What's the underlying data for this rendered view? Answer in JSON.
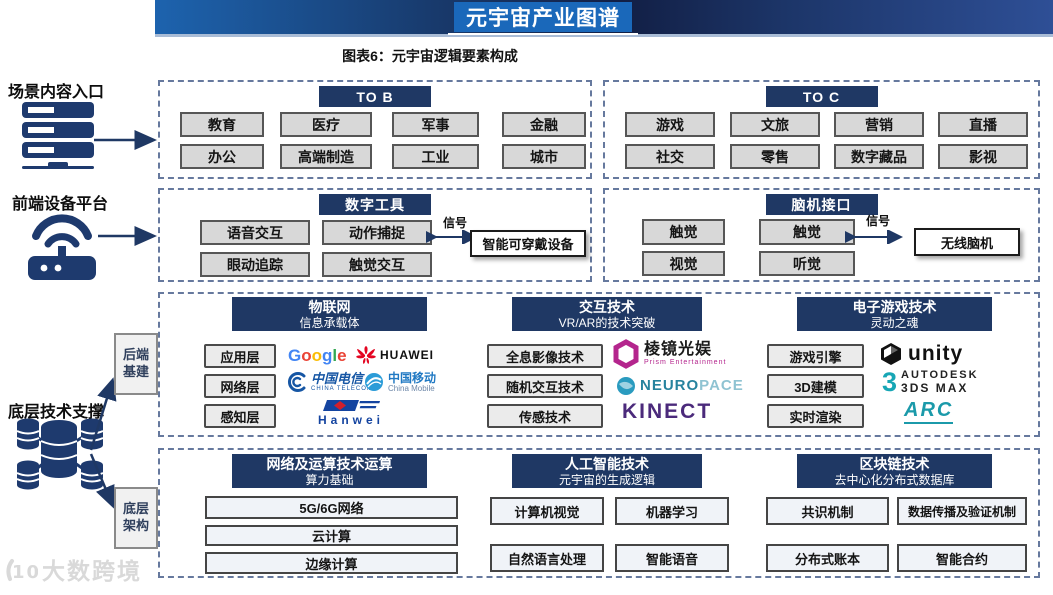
{
  "banner": {
    "title": "元宇宙产业图谱"
  },
  "subtitle": "图表6：元宇宙逻辑要素构成",
  "left": {
    "scene_label": "场景内容入口",
    "device_label": "前端设备平台",
    "support_label": "底层技术支撑",
    "backend_line1": "后端",
    "backend_line2": "基建",
    "underlying_line1": "底层",
    "underlying_line2": "架构"
  },
  "sections": {
    "to_b": {
      "header": "TO B",
      "items": [
        "教育",
        "医疗",
        "军事",
        "金融",
        "办公",
        "高端制造",
        "工业",
        "城市"
      ]
    },
    "to_c": {
      "header": "TO C",
      "items": [
        "游戏",
        "文旅",
        "营销",
        "直播",
        "社交",
        "零售",
        "数字藏品",
        "影视"
      ]
    },
    "digital_tools": {
      "header": "数字工具",
      "items": [
        "语音交互",
        "动作捕捉",
        "眼动追踪",
        "触觉交互"
      ],
      "signal": "信号",
      "target": "智能可穿戴设备"
    },
    "bci": {
      "header": "脑机接口",
      "items": [
        "触觉",
        "触觉",
        "视觉",
        "听觉"
      ],
      "signal": "信号",
      "target": "无线脑机"
    },
    "iot": {
      "title": "物联网",
      "subtitle": "信息承载体",
      "items": [
        "应用层",
        "网络层",
        "感知层"
      ]
    },
    "interaction": {
      "title": "交互技术",
      "subtitle": "VR/AR的技术突破",
      "items": [
        "全息影像技术",
        "随机交互技术",
        "传感技术"
      ]
    },
    "game_tech": {
      "title": "电子游戏技术",
      "subtitle": "灵动之魂",
      "items": [
        "游戏引擎",
        "3D建模",
        "实时渲染"
      ]
    },
    "network": {
      "title": "网络及运算技术运算",
      "subtitle": "算力基础",
      "items": [
        "5G/6G网络",
        "云计算",
        "边缘计算"
      ]
    },
    "ai": {
      "title": "人工智能技术",
      "subtitle": "元宇宙的生成逻辑",
      "items": [
        "计算机视觉",
        "机器学习",
        "自然语言处理",
        "智能语音"
      ]
    },
    "blockchain": {
      "title": "区块链技术",
      "subtitle": "去中心化分布式数据库",
      "items": [
        "共识机制",
        "数据传播及验证机制",
        "分布式账本",
        "智能合约"
      ]
    }
  },
  "brands": {
    "google_letters": [
      "G",
      "o",
      "o",
      "g",
      "l",
      "e"
    ],
    "huawei": "HUAWEI",
    "china_telecom": {
      "cn": "中国电信",
      "en": "CHINA TELECOM"
    },
    "china_mobile": {
      "cn": "中国移动",
      "en": "China Mobile"
    },
    "hanwei": "Hanwei",
    "prism": {
      "cn": "棱镜光娱",
      "en": "Prism Entertainment"
    },
    "neuropace": {
      "a": "NEURO",
      "b": "PACE"
    },
    "kinect": "KINECT",
    "unity": "unity",
    "autodesk": {
      "num": "3",
      "line1": "AUTODESK",
      "line2": "3DS MAX"
    },
    "arc": "ARC"
  },
  "watermark": {
    "logo_text": "100",
    "text": "大数跨境"
  },
  "colors": {
    "navy": "#1f3864",
    "banner_blue": "#1a68ba",
    "dashed_border": "#66799e",
    "kinect_purple": "#4b2a7b",
    "teal": "#17a6b5"
  }
}
